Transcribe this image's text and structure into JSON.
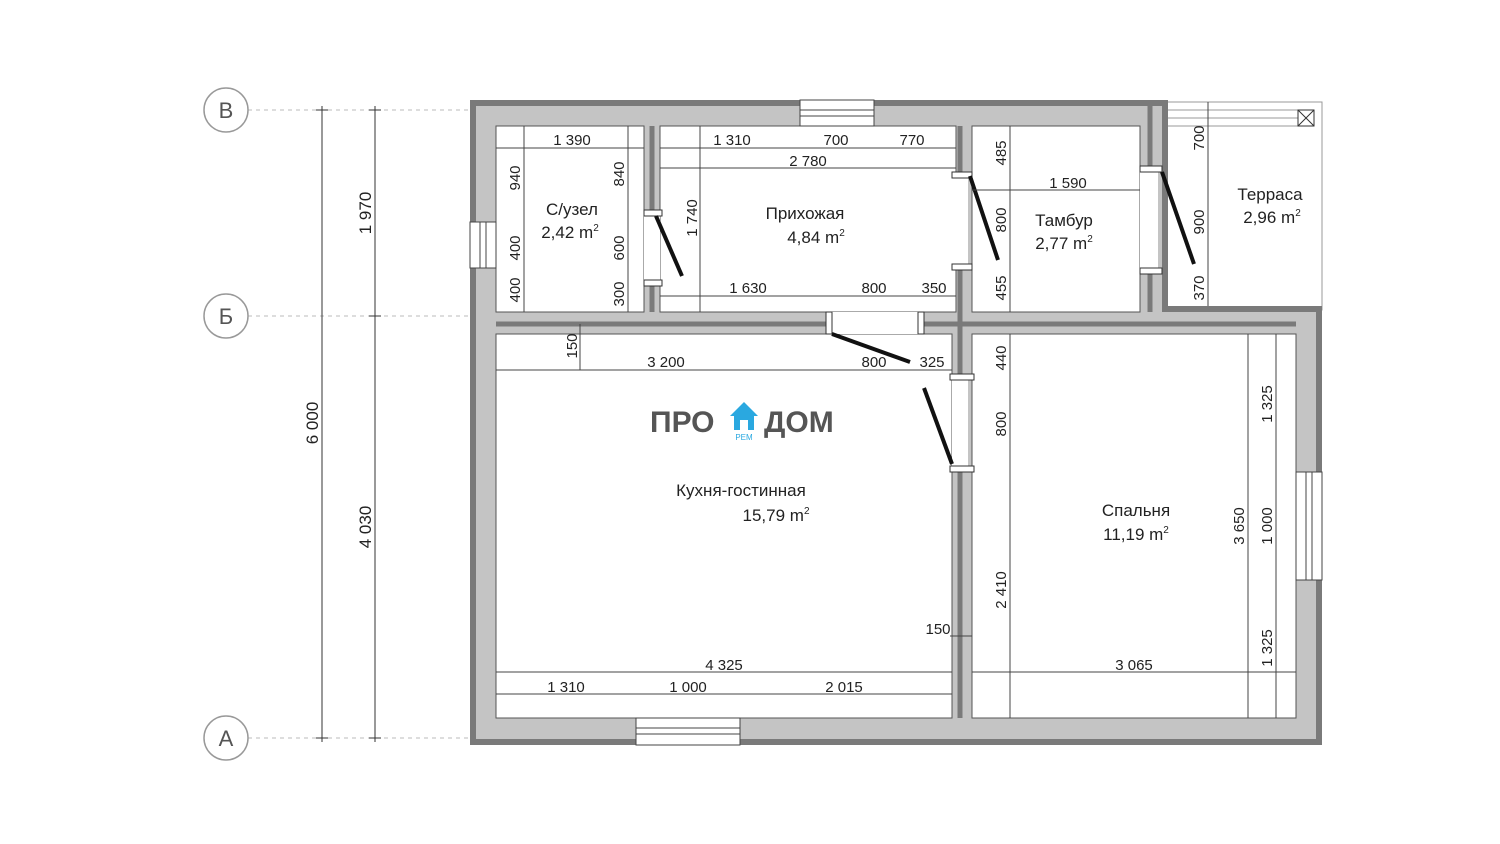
{
  "axes": {
    "v": "В",
    "b": "Б",
    "a": "А"
  },
  "overall": {
    "total": "6 000",
    "upper": "1 970",
    "lower": "4 030"
  },
  "rooms": {
    "wc": {
      "name": "С/узел",
      "area": "2,42 m",
      "sup": "2"
    },
    "hall": {
      "name": "Прихожая",
      "area": "4,84 m",
      "sup": "2"
    },
    "tambur": {
      "name": "Тамбур",
      "area": "2,77 m",
      "sup": "2"
    },
    "terrace": {
      "name": "Терраса",
      "area": "2,96 m",
      "sup": "2"
    },
    "kitchen": {
      "name": "Кухня-гостинная",
      "area": "15,79 m",
      "sup": "2"
    },
    "bedroom": {
      "name": "Спальня",
      "area": "11,19 m",
      "sup": "2"
    }
  },
  "dims": {
    "d1390": "1 390",
    "d1310a": "1 310",
    "d700a": "700",
    "d770": "770",
    "d2780": "2 780",
    "d1590": "1 590",
    "d1630": "1 630",
    "d800a": "800",
    "d350": "350",
    "d940": "940",
    "d400a": "400",
    "d400b": "400",
    "d840": "840",
    "d600": "600",
    "d300": "300",
    "d1740": "1 740",
    "d485": "485",
    "d800b": "800",
    "d455": "455",
    "d700b": "700",
    "d900": "900",
    "d370": "370",
    "d150a": "150",
    "d3200": "3 200",
    "d800c": "800",
    "d325": "325",
    "d440": "440",
    "d800d": "800",
    "d2410": "2 410",
    "d150b": "150",
    "d4325": "4 325",
    "d1310b": "1 310",
    "d1000a": "1 000",
    "d2015": "2 015",
    "d3065": "3 065",
    "d1325a": "1 325",
    "d3650": "3 650",
    "d1000b": "1 000",
    "d1325b": "1 325"
  },
  "logo": {
    "left": "ПРО",
    "right": "ДОМ",
    "sub": "РЕМ"
  },
  "colors": {
    "wall": "#7a7a7a",
    "wall_inner": "#c4c4c4",
    "line": "#333333",
    "accent": "#2aa8e0"
  }
}
